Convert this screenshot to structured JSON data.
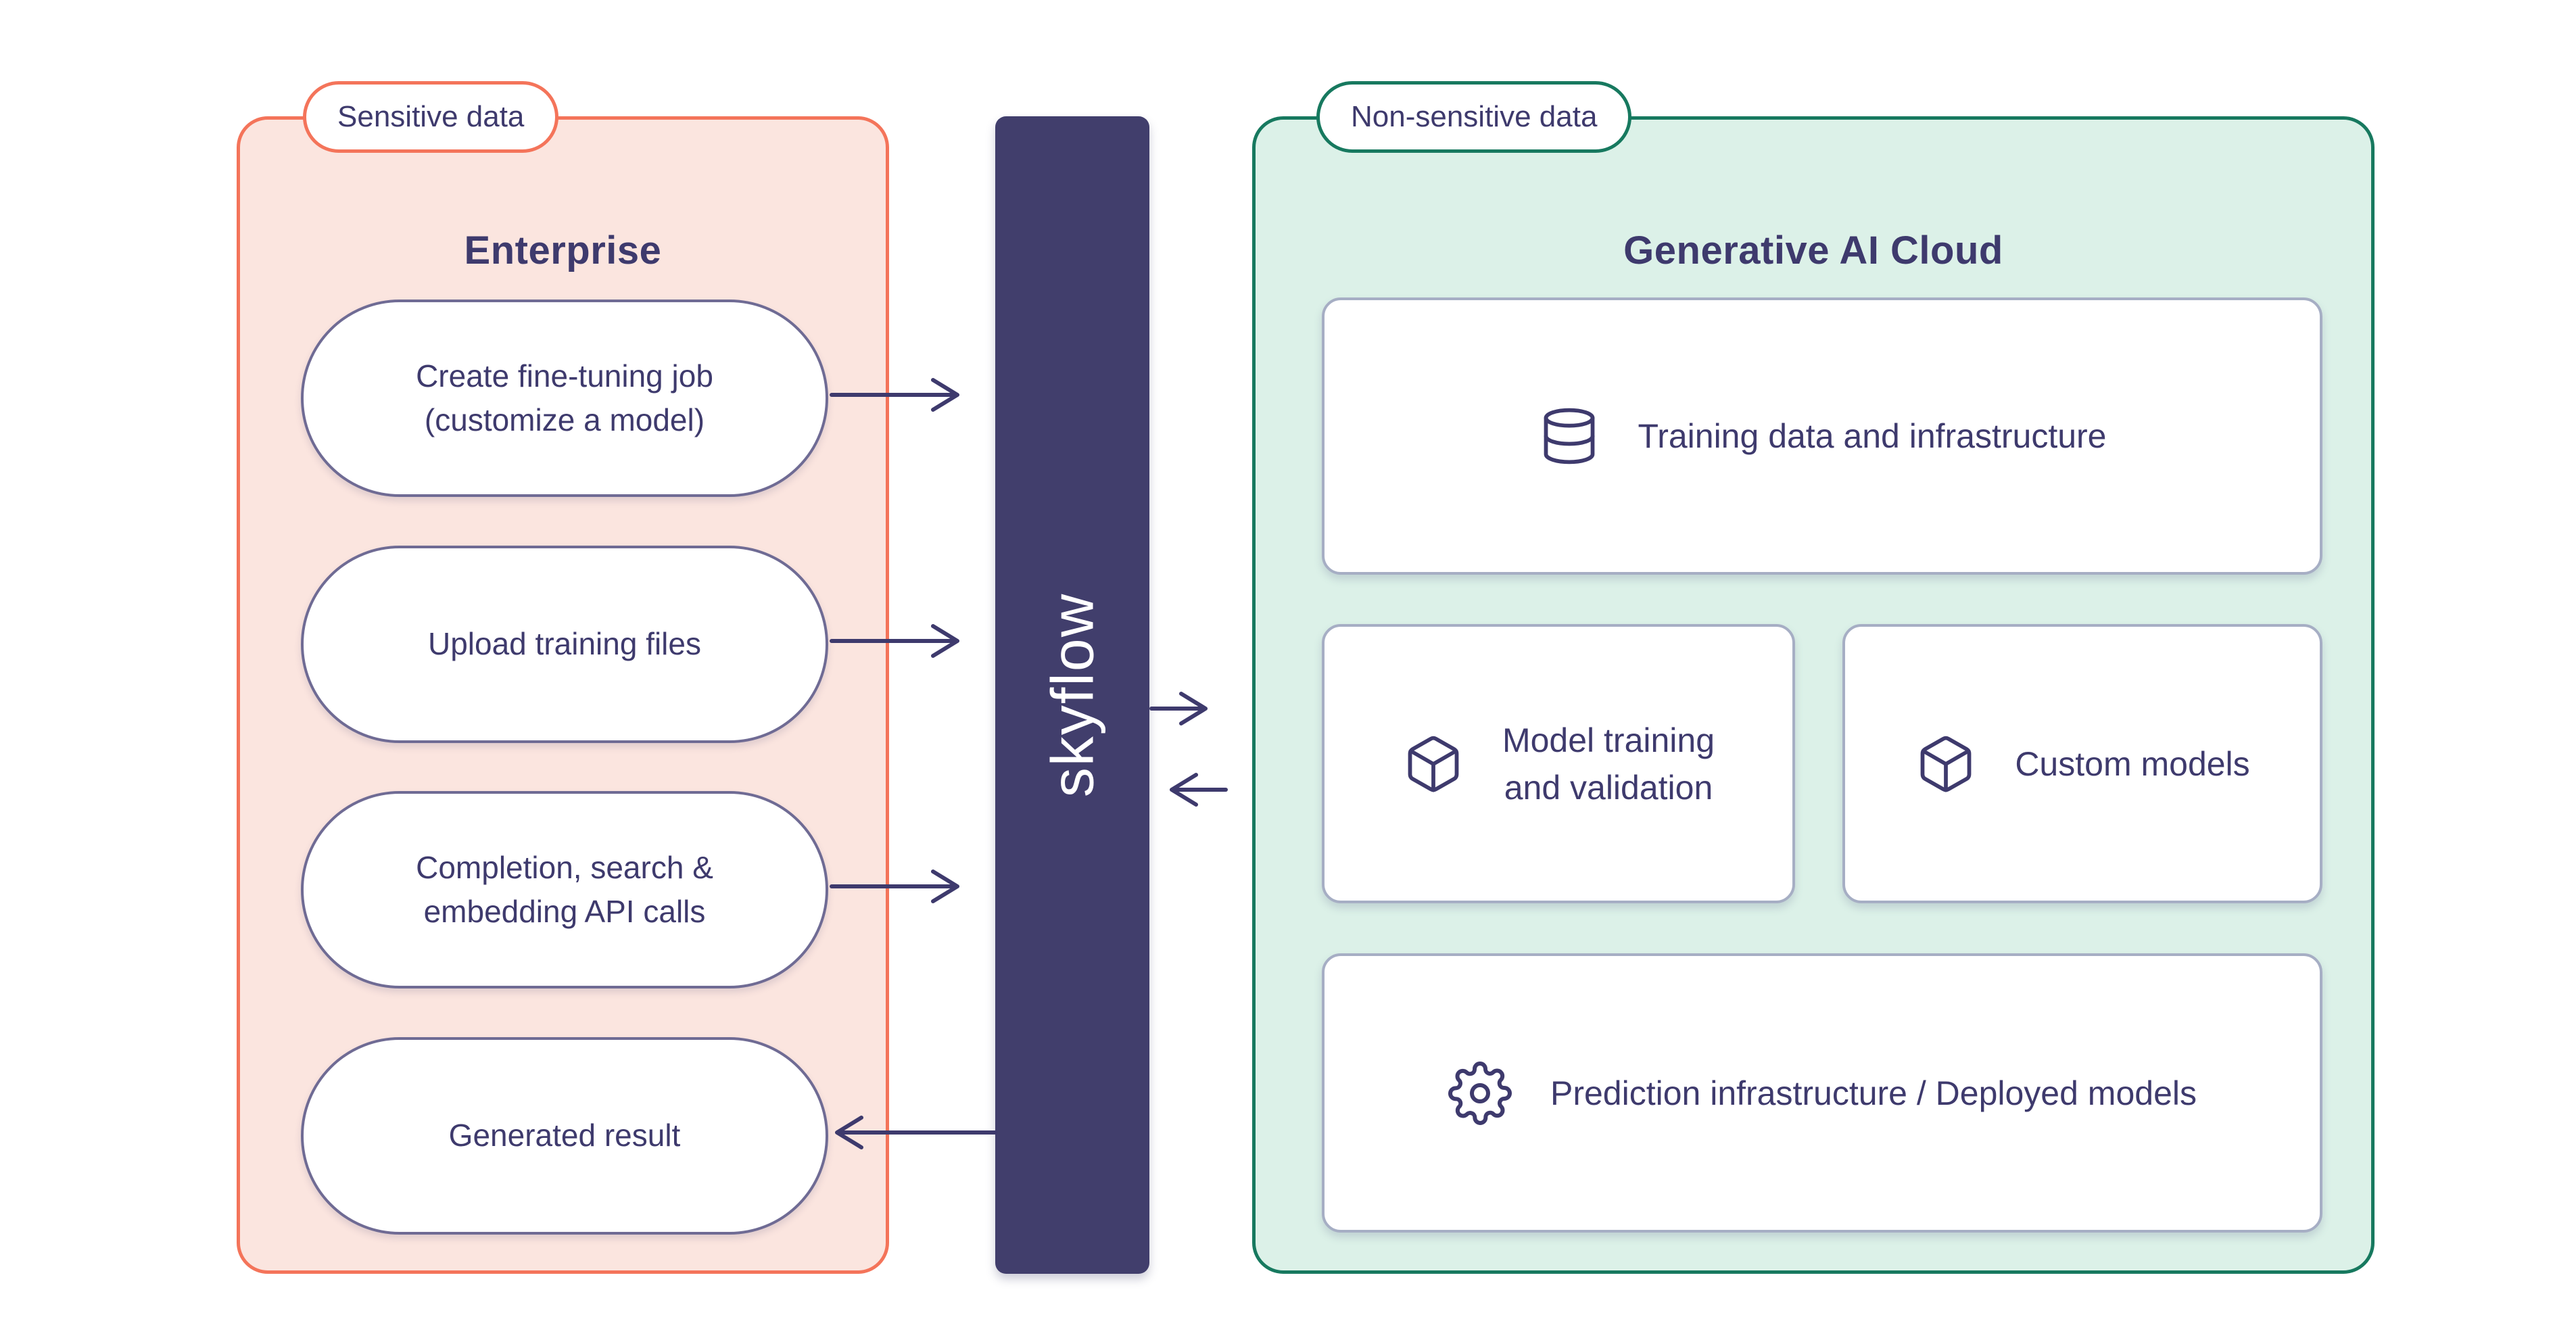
{
  "diagram": {
    "type": "architecture-flow",
    "background": "#ffffff"
  },
  "enterprise": {
    "badge": "Sensitive data",
    "title": "Enterprise",
    "accent_color": "#f4745a",
    "fill_color": "#fbe5df",
    "pills": [
      {
        "label": "Create fine-tuning job\n(customize a model)"
      },
      {
        "label": "Upload training files"
      },
      {
        "label": "Completion, search &\nembedding API calls"
      },
      {
        "label": "Generated result"
      }
    ]
  },
  "connector": {
    "label": "skyflow",
    "fill_color": "#413e6c",
    "text_color": "#ffffff"
  },
  "cloud": {
    "badge": "Non-sensitive data",
    "title": "Generative AI Cloud",
    "accent_color": "#17795f",
    "fill_color": "#dcf1e8",
    "cards": [
      {
        "icon": "database-icon",
        "label": "Training data and infrastructure"
      },
      {
        "icon": "cube-icon",
        "label": "Model training\nand validation"
      },
      {
        "icon": "cube-icon",
        "label": "Custom models"
      },
      {
        "icon": "gear-icon",
        "label": "Prediction infrastructure / Deployed models"
      }
    ]
  },
  "arrows": {
    "color": "#3e3a6d",
    "items": [
      {
        "from": "create-fine-tuning-job-pill",
        "to": "skyflow-bar",
        "direction": "right"
      },
      {
        "from": "upload-training-files-pill",
        "to": "skyflow-bar",
        "direction": "right"
      },
      {
        "from": "completion-search-embedding-pill",
        "to": "skyflow-bar",
        "direction": "right"
      },
      {
        "from": "skyflow-bar",
        "to": "generated-result-pill",
        "direction": "left"
      },
      {
        "from": "skyflow-bar",
        "to": "generative-ai-cloud-panel",
        "direction": "right"
      },
      {
        "from": "generative-ai-cloud-panel",
        "to": "skyflow-bar",
        "direction": "left"
      }
    ]
  }
}
